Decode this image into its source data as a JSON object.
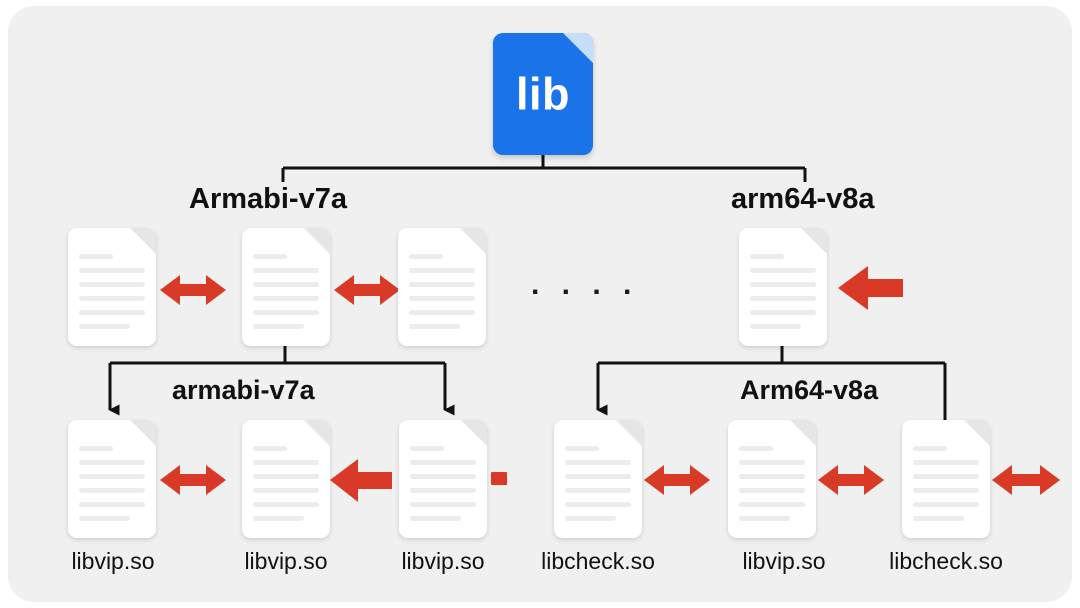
{
  "diagram": {
    "title": "lib native library ABI directory tree",
    "background_color": "#f0f0f0",
    "accent_red": "#d93a28",
    "accent_blue": "#1a73e8",
    "connector_color": "#111111"
  },
  "root": {
    "label": "lib",
    "icon": "file-icon"
  },
  "abi_level1": [
    {
      "label": "Armabi-v7a"
    },
    {
      "label": "arm64-v8a"
    }
  ],
  "abi_level2": [
    {
      "label": "armabi-v7a"
    },
    {
      "label": "Arm64-v8a"
    }
  ],
  "ellipsis": ". . . .",
  "middle_row_docs": [
    {
      "name": "doc-armabi-1",
      "icon": "document-icon"
    },
    {
      "name": "doc-armabi-2",
      "icon": "document-icon"
    },
    {
      "name": "doc-armabi-3",
      "icon": "document-icon"
    },
    {
      "name": "doc-arm64-1",
      "icon": "document-icon"
    }
  ],
  "bottom_row_docs": [
    {
      "name": "doc-libvip-1",
      "label": "libvip.so",
      "icon": "document-icon"
    },
    {
      "name": "doc-libvip-2",
      "label": "libvip.so",
      "icon": "document-icon"
    },
    {
      "name": "doc-libvip-3",
      "label": "libvip.so",
      "icon": "document-icon"
    },
    {
      "name": "doc-libcheck-1",
      "label": "libcheck.so",
      "icon": "document-icon"
    },
    {
      "name": "doc-libvip-4",
      "label": "libvip.so",
      "icon": "document-icon"
    },
    {
      "name": "doc-libcheck-2",
      "label": "libcheck.so",
      "icon": "document-icon"
    }
  ],
  "arrows": {
    "double_headed_red": 6,
    "single_left_red": 2,
    "red_stub": 1,
    "black_down_arrows": 3
  }
}
